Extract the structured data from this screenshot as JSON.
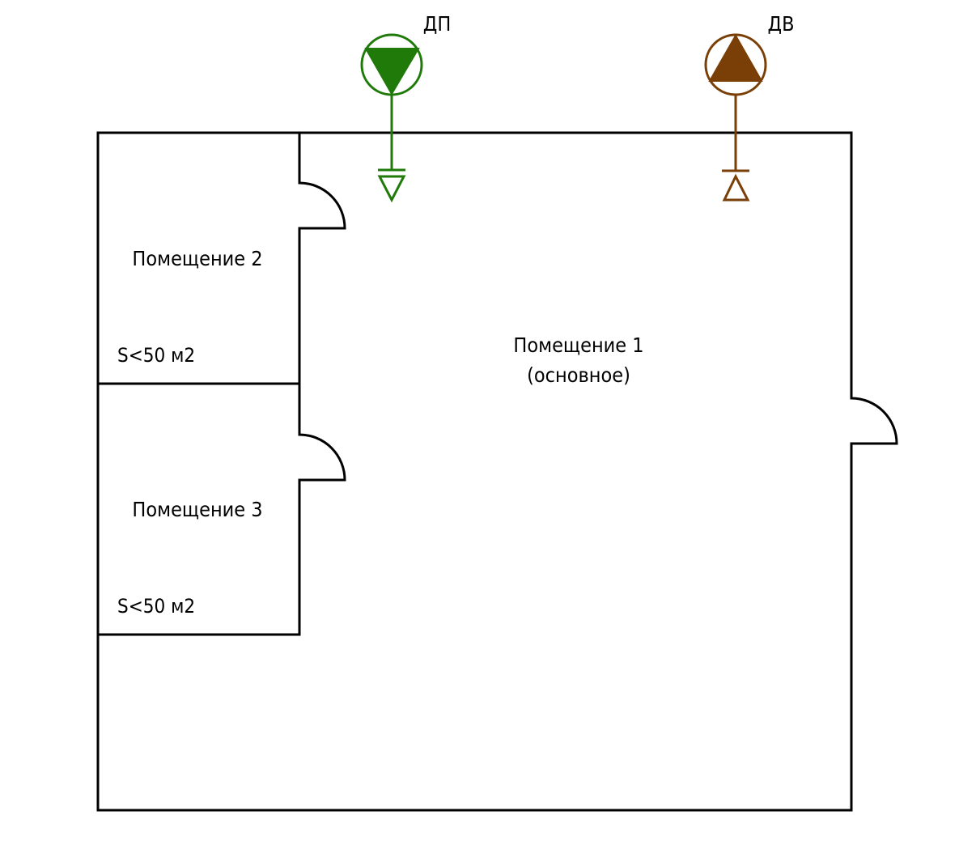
{
  "diagram": {
    "type": "floor-plan",
    "colors": {
      "walls": "#000000",
      "supply_detector": "#1f7a0a",
      "exhaust_detector": "#7a3f06",
      "background": "#ffffff"
    },
    "rooms": [
      {
        "id": "room-1",
        "name": "Помещение 1",
        "note": "(основное)"
      },
      {
        "id": "room-2",
        "name": "Помещение 2",
        "area": "S<50 м2"
      },
      {
        "id": "room-3",
        "name": "Помещение 3",
        "area": "S<50 м2"
      }
    ],
    "symbols": [
      {
        "id": "supply",
        "label": "ДП",
        "icon": "supply-pump-down-triangle",
        "color": "#1f7a0a"
      },
      {
        "id": "exhaust",
        "label": "ДВ",
        "icon": "exhaust-pump-up-triangle",
        "color": "#7a3f06"
      }
    ],
    "doors": [
      {
        "id": "door-room-2",
        "connects": [
          "room-2",
          "room-1"
        ]
      },
      {
        "id": "door-room-3",
        "connects": [
          "room-3",
          "room-1"
        ]
      },
      {
        "id": "door-exterior",
        "connects": [
          "room-1",
          "outside"
        ]
      }
    ]
  }
}
